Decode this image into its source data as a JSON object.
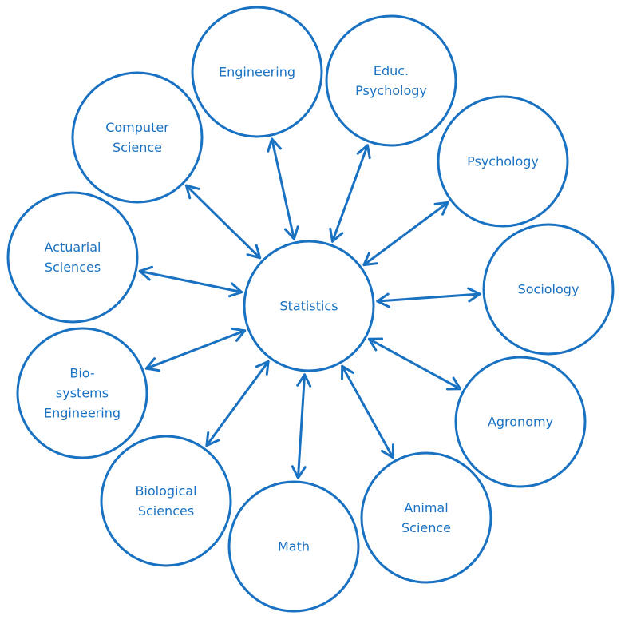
{
  "colors": {
    "stroke": "#1971c2",
    "background": "#ffffff"
  },
  "center": {
    "label": "Statistics"
  },
  "nodes": [
    {
      "label": "Engineering"
    },
    {
      "label": "Educ.\nPsychology"
    },
    {
      "label": "Psychology"
    },
    {
      "label": "Sociology"
    },
    {
      "label": "Agronomy"
    },
    {
      "label": "Animal\nScience"
    },
    {
      "label": "Math"
    },
    {
      "label": "Biological\nSciences"
    },
    {
      "label": "Bio-\nsystems\nEngineering"
    },
    {
      "label": "Actuarial\nSciences"
    },
    {
      "label": "Computer\nScience"
    }
  ]
}
